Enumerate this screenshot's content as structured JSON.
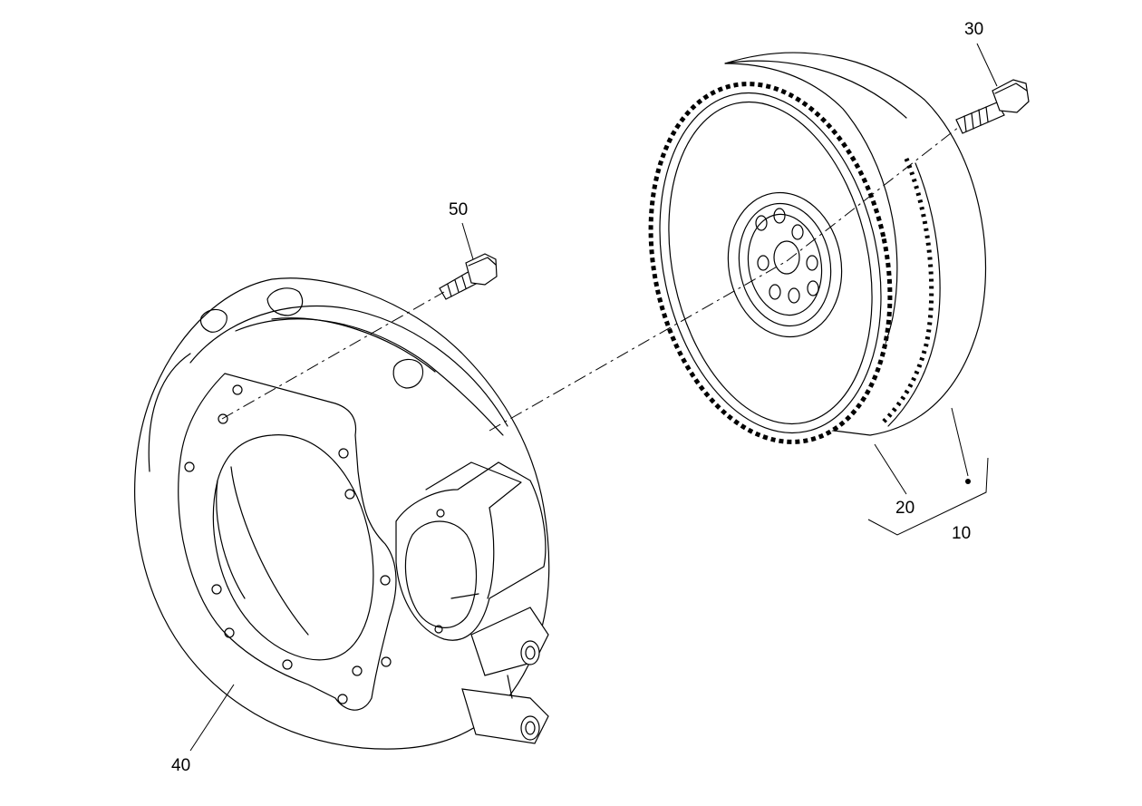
{
  "diagram": {
    "callouts": [
      {
        "id": "30",
        "label": "30"
      },
      {
        "id": "50",
        "label": "50"
      },
      {
        "id": "20",
        "label": "20"
      },
      {
        "id": "10",
        "label": "10"
      },
      {
        "id": "40",
        "label": "40"
      }
    ],
    "parts": [
      {
        "callout": "10",
        "shape": "flywheel-assembly"
      },
      {
        "callout": "20",
        "shape": "flywheel-with-ring-gear"
      },
      {
        "callout": "30",
        "shape": "flywheel-bolt"
      },
      {
        "callout": "40",
        "shape": "flywheel-housing"
      },
      {
        "callout": "50",
        "shape": "housing-bolt"
      }
    ]
  }
}
